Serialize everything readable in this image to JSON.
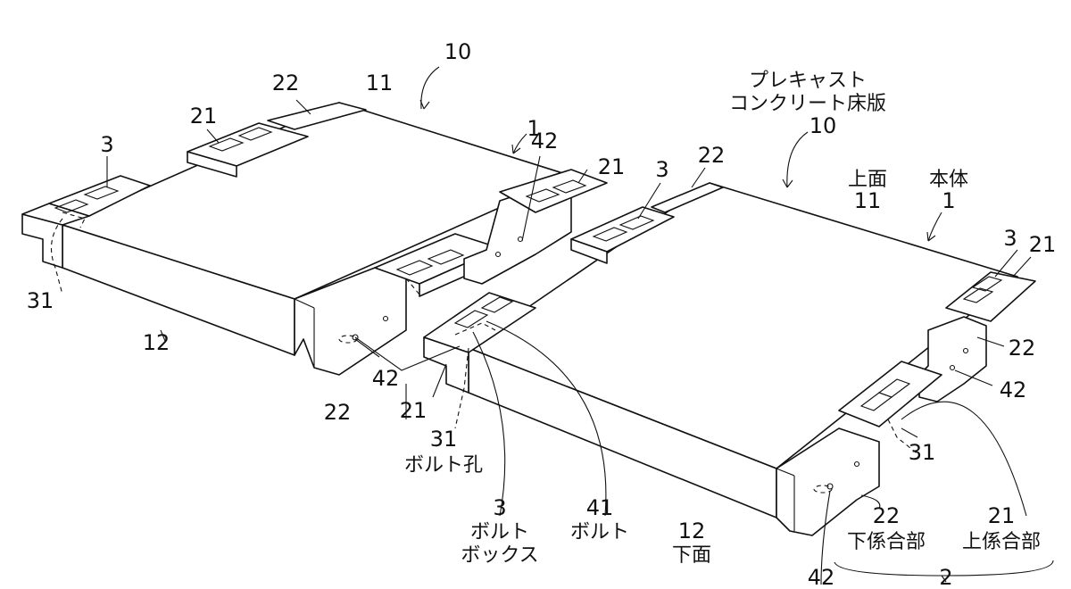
{
  "labels": {
    "n10": "10",
    "n11": "11",
    "n12": "12",
    "n1": "1",
    "n2": "2",
    "n3": "3",
    "n21": "21",
    "n22": "22",
    "n31": "31",
    "n41": "41",
    "n42": "42",
    "precast_line1": "プレキャスト",
    "precast_line2": "コンクリート床版",
    "upper_face": "上面",
    "main_body": "本体",
    "bolt_hole": "ボルト孔",
    "bolt_box_line1": "ボルト",
    "bolt_box_line2": "ボックス",
    "bolt": "ボルト",
    "lower_face": "下面",
    "lower_engaging": "下係合部",
    "upper_engaging": "上係合部"
  }
}
